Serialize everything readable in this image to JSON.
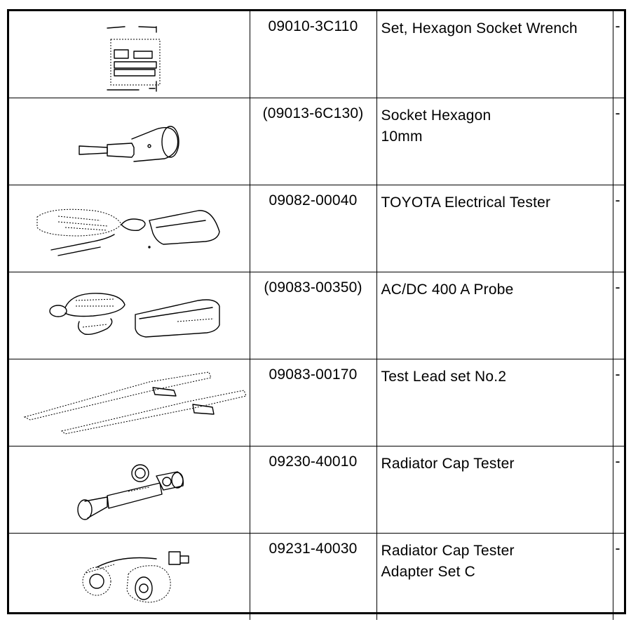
{
  "rows": [
    {
      "part_no": "09010-3C110",
      "name_lines": [
        "Set, Hexagon Socket Wrench"
      ],
      "note": "-",
      "icon": "socket-wrench-set-icon"
    },
    {
      "part_no": "(09013-6C130)",
      "name_lines": [
        "Socket Hexagon",
        "10mm"
      ],
      "note": "-",
      "icon": "hexagon-socket-icon"
    },
    {
      "part_no": "09082-00040",
      "name_lines": [
        "TOYOTA Electrical Tester"
      ],
      "note": "-",
      "icon": "electrical-tester-icon"
    },
    {
      "part_no": "(09083-00350)",
      "name_lines": [
        "AC/DC 400 A Probe"
      ],
      "note": "-",
      "icon": "current-probe-icon"
    },
    {
      "part_no": "09083-00170",
      "name_lines": [
        "Test Lead set No.2"
      ],
      "note": "-",
      "icon": "test-lead-icon"
    },
    {
      "part_no": "09230-40010",
      "name_lines": [
        "Radiator Cap Tester"
      ],
      "note": "-",
      "icon": "radiator-cap-tester-icon"
    },
    {
      "part_no": "09231-40030",
      "name_lines": [
        "Radiator Cap Tester",
        "Adapter Set C"
      ],
      "note": "-",
      "icon": "adapter-set-icon"
    }
  ]
}
